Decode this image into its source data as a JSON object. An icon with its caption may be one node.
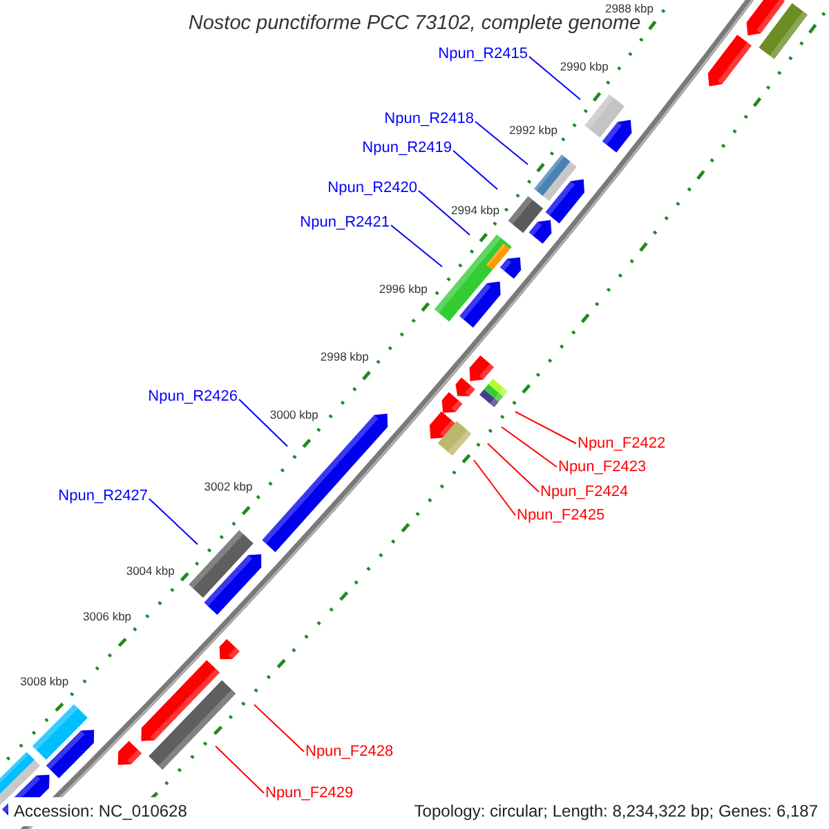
{
  "diagram": {
    "title": "Nostoc punctiforme PCC 73102, complete genome",
    "nodes": [
      {
        "text": [
          "Npun_R2415"
        ]
      },
      {
        "text": [
          "Npun_R2418"
        ]
      },
      {
        "text": [
          "Npun_R2419"
        ]
      },
      {
        "text": [
          "Npun_R2420"
        ]
      },
      {
        "text": [
          "Npun_R2421"
        ]
      },
      {
        "text": [
          "Npun_R2426"
        ]
      },
      {
        "text": [
          "Npun_F2422"
        ]
      },
      {
        "text": [
          "Npun_F2423"
        ]
      },
      {
        "text": [
          "Npun_F2424"
        ]
      },
      {
        "text": [
          "Npun_R2427"
        ]
      },
      {
        "text": [
          "Npun_F2425"
        ]
      },
      {
        "text": [
          "Npun_F2428"
        ]
      },
      {
        "text": [
          "Npun_F2429"
        ]
      }
    ],
    "edges": [
      {
        "from": 0,
        "to": null,
        "arrow": "none"
      },
      {
        "from": 1,
        "to": null,
        "arrow": "none"
      },
      {
        "from": 2,
        "to": null,
        "arrow": "none"
      },
      {
        "from": 3,
        "to": null,
        "arrow": "none"
      },
      {
        "from": 4,
        "to": null,
        "arrow": "none"
      },
      {
        "from": 5,
        "to": null,
        "arrow": "none"
      },
      {
        "from": 6,
        "to": null,
        "arrow": "none",
        "color": "#ff0000"
      },
      {
        "from": 7,
        "to": null,
        "arrow": "none",
        "color": "#ff0000"
      },
      {
        "from": 8,
        "to": null,
        "arrow": "none",
        "color": "#ff0000"
      },
      {
        "from": 9,
        "to": null,
        "arrow": "none"
      },
      {
        "from": 10,
        "to": null,
        "arrow": "none",
        "color": "#ff0000"
      },
      {
        "from": 11,
        "to": null,
        "arrow": "none",
        "color": "#ff0000"
      },
      {
        "from": 12,
        "to": null,
        "arrow": "none",
        "color": "#ff0000"
      }
    ],
    "labels": [
      "2988 kbp",
      "2990 kbp",
      "2992 kbp",
      "2994 kbp",
      "2996 kbp",
      "2998 kbp",
      "3000 kbp",
      "3002 kbp",
      "3004 kbp",
      "3006 kbp",
      "3008 kbp",
      "Accession: NC_010628",
      "Topology: circular; Length: 8,234,322 bp; Genes: 6,187"
    ]
  }
}
